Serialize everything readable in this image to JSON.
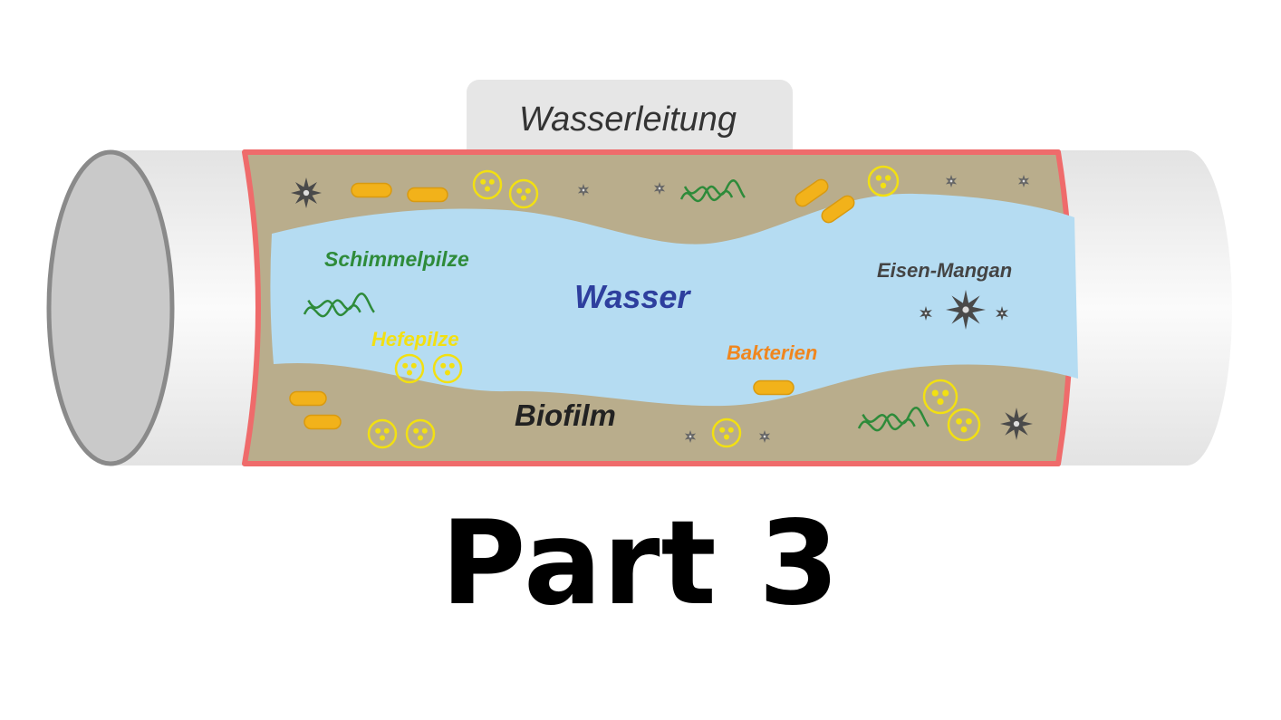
{
  "diagram": {
    "tab_label": "Wasserleitung",
    "labels": {
      "mold": "Schimmelpilze",
      "water": "Wasser",
      "yeast": "Hefepilze",
      "bacteria": "Bakterien",
      "biofilm": "Biofilm",
      "iron_manganese": "Eisen-Mangan"
    },
    "colors": {
      "pipe": "#e9e9e9",
      "pipe_end": "#c9c9c9",
      "pipe_outline": "#8a8a8a",
      "cutaway_border": "#ef6b6b",
      "biofilm": "#b9ad8c",
      "water": "#b5dcf2",
      "mold": "#2e8b3a",
      "water_label": "#2e3f9e",
      "yeast": "#f2e012",
      "bacteria": "#f2b21a",
      "bacteria_label": "#f0861e",
      "iron": "#4a4a4a"
    }
  },
  "footer": {
    "title": "Part 3"
  }
}
